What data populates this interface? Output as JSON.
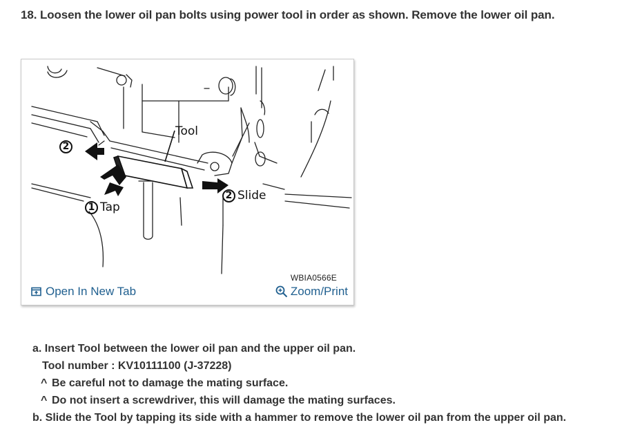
{
  "step": {
    "title": "18. Loosen the lower oil pan bolts using power tool in order as shown. Remove the lower oil pan."
  },
  "figure": {
    "labels": {
      "tool": "Tool",
      "tap_num": "1",
      "tap": "Tap",
      "slide_num": "2",
      "slide": "Slide",
      "left_num": "2"
    },
    "code": "WBIA0566E",
    "open_link": "Open In New Tab",
    "zoom_link": "Zoom/Print",
    "link_color": "#1f5f8f"
  },
  "instructions": {
    "a": "a. Insert Tool between the lower oil pan and the upper oil pan.",
    "tool_number": "Tool number : KV10111100 (J-37228)",
    "caret": "^",
    "note1": "Be careful not to damage the mating surface.",
    "note2": "Do not insert a screwdriver, this will damage the mating surfaces.",
    "b": "b. Slide the Tool by tapping its side with a hammer to remove the lower oil pan from the upper oil pan."
  }
}
